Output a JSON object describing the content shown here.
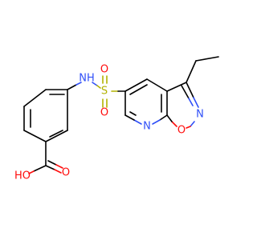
{
  "molecule": {
    "atom_labels": {
      "nh": "NH",
      "s": "S",
      "o_s_top": "O",
      "o_s_bottom": "O",
      "o_ring": "O",
      "n_ring": "N",
      "n_pyridine": "N",
      "o_carbonyl": "O",
      "oh": "HO"
    }
  },
  "colors": {
    "carbon": "#000000",
    "oxygen": "#ff0d0d",
    "nitrogen": "#3050f8",
    "sulfur": "#b2b200"
  }
}
